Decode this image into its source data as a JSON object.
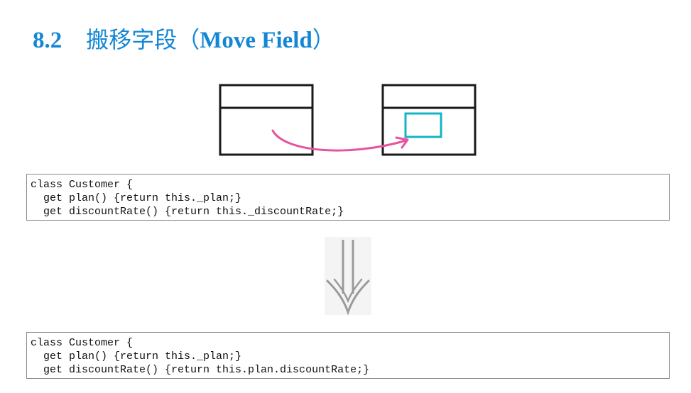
{
  "title": {
    "number": "8.2",
    "chinese": "搬移字段（",
    "english": "Move Field",
    "close": "）"
  },
  "colors": {
    "title": "#1487d4",
    "arrow": "#e8539e",
    "field_box": "#14b4c4",
    "class_box": "#1a1a1a",
    "down_arrow": "#9a9a9a"
  },
  "code_before": {
    "lines": [
      "class Customer {",
      "  get plan() {return this._plan;}",
      "  get discountRate() {return this._discountRate;}"
    ]
  },
  "code_after": {
    "lines": [
      "class Customer {",
      "  get plan() {return this._plan;}",
      "  get discountRate() {return this.plan.discountRate;}"
    ]
  }
}
